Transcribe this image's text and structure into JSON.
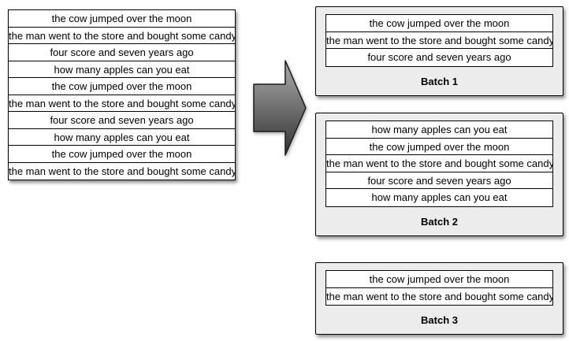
{
  "diagram": {
    "source_table": {
      "rows": [
        "the cow jumped over the moon",
        "the man went to the store and bought some candy",
        "four score and seven years ago",
        "how many apples can you eat",
        "the cow jumped over the moon",
        "the man went to the store and bought some candy",
        "four score and seven years ago",
        "how many apples can you eat",
        "the cow jumped over the moon",
        "the man went to the store and bought some candy"
      ]
    },
    "arrow": {
      "name": "right-arrow",
      "direction": "right"
    },
    "batches": [
      {
        "label": "Batch 1",
        "rows": [
          "the cow jumped over the moon",
          "the man went to the store and bought some candy",
          "four score and seven years ago"
        ]
      },
      {
        "label": "Batch 2",
        "rows": [
          "how many apples can you eat",
          "the cow jumped over the moon",
          "the man went to the store and bought some candy",
          "four score and seven years ago",
          "how many apples can you eat"
        ]
      },
      {
        "label": "Batch 3",
        "rows": [
          "the cow jumped over the moon",
          "the man went to the store and bought some candy"
        ]
      }
    ],
    "colors": {
      "row_bg": "#ffffff",
      "batch_bg": "#ececec",
      "border": "#000000",
      "arrow_top": "#ababab",
      "arrow_bottom": "#333333",
      "arrow_outline": "#1c1c1c"
    }
  }
}
